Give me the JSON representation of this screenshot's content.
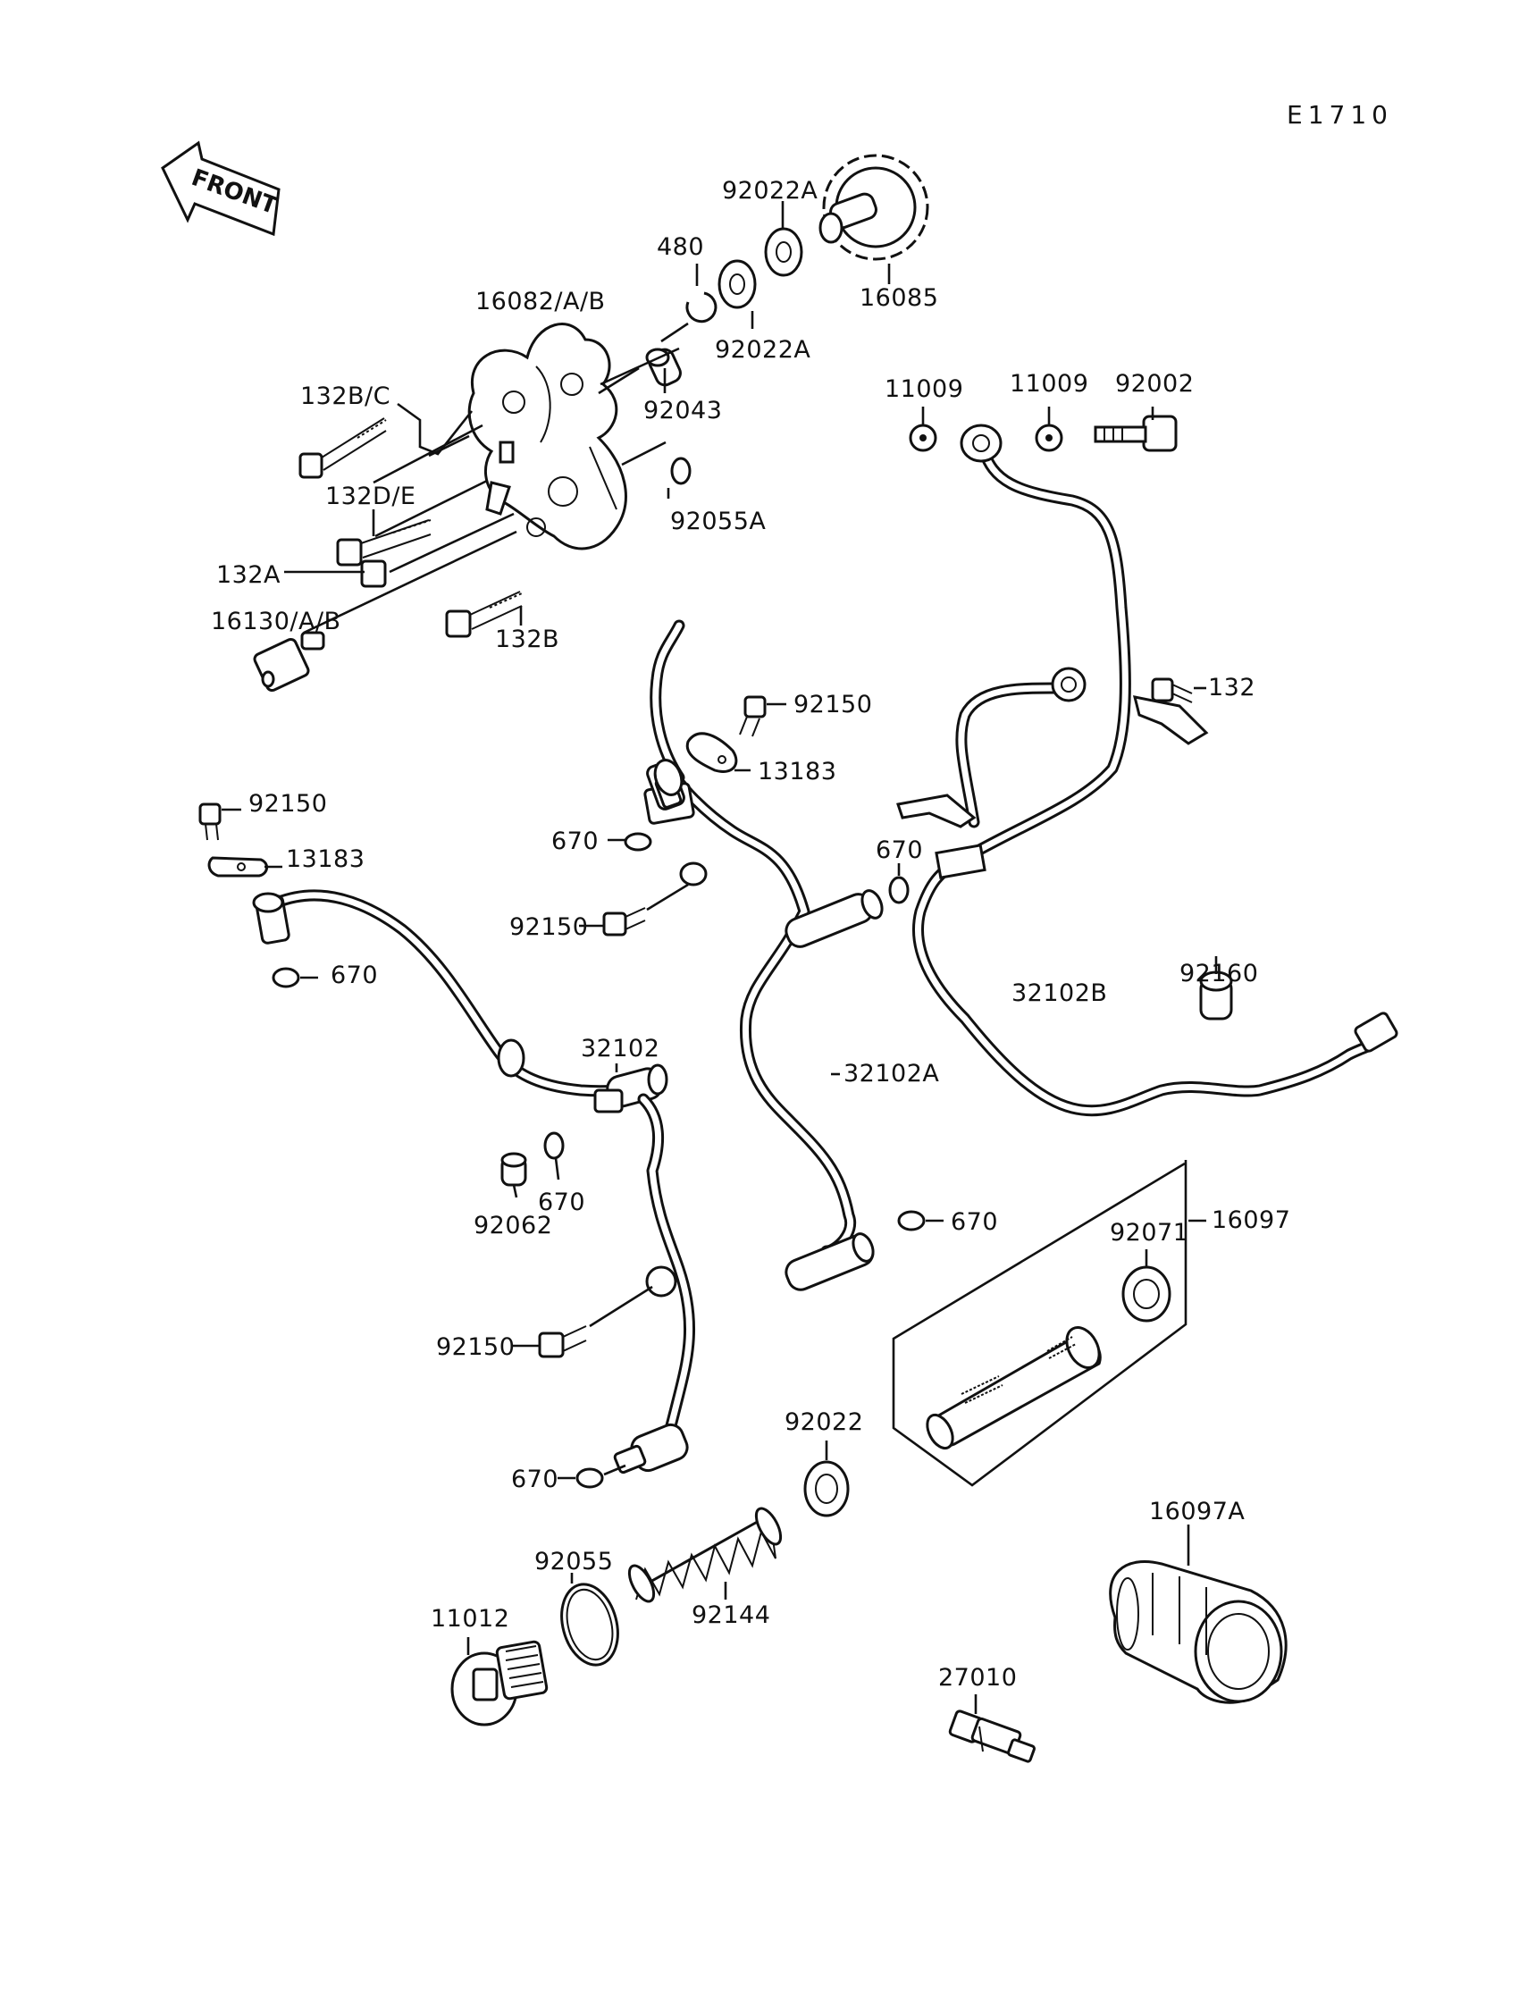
{
  "diagram_code": "E1710",
  "front_arrow_label": "FRONT",
  "labels": {
    "p92022A_top": "92022A",
    "p480": "480",
    "p16082": "16082/A/B",
    "p92022A_mid": "92022A",
    "p16085": "16085",
    "p132BC": "132B/C",
    "p92043": "92043",
    "p132DE": "132D/E",
    "p92055A": "92055A",
    "p132A": "132A",
    "p16130": "16130/A/B",
    "p132B": "132B",
    "p11009_a": "11009",
    "p11009_b": "11009",
    "p92002": "92002",
    "p132": "132",
    "p92150_a": "92150",
    "p13183_a": "13183",
    "p92150_b": "92150",
    "p13183_b": "13183",
    "p670_a": "670",
    "p670_b": "670",
    "p92150_c": "92150",
    "p670_c": "670",
    "p32102B": "32102B",
    "p92160": "92160",
    "p32102": "32102",
    "p32102A": "32102A",
    "p670_d": "670",
    "p92062": "92062",
    "p670_e": "670",
    "p16097": "16097",
    "p92071": "92071",
    "p92150_d": "92150",
    "p92022": "92022",
    "p670_f": "670",
    "p16097A": "16097A",
    "p92055": "92055",
    "p11012": "11012",
    "p92144": "92144",
    "p27010": "27010"
  }
}
